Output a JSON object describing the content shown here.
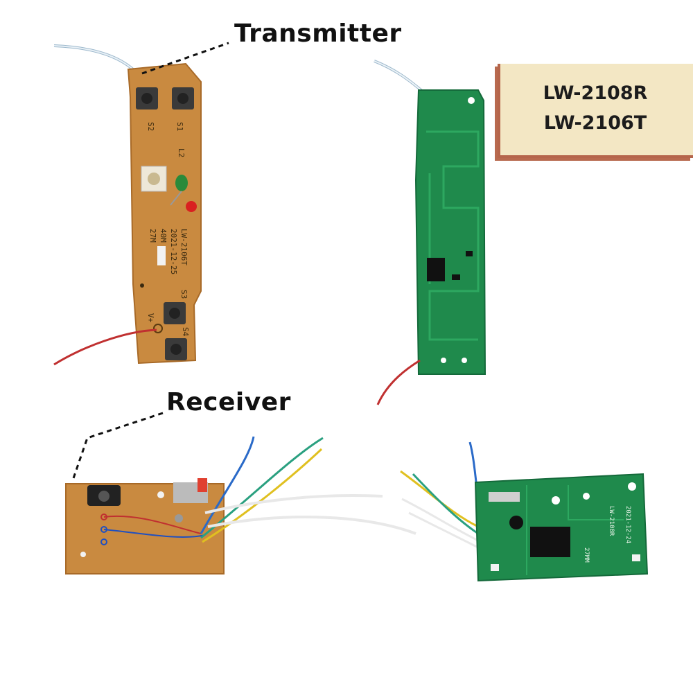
{
  "labels": {
    "transmitter": "Transmitter",
    "receiver": "Receiver"
  },
  "models": {
    "receiver_model": "LW-2108R",
    "transmitter_model": "LW-2106T"
  },
  "transmitter_board_text": {
    "s1": "S1",
    "s2": "S2",
    "s3": "S3",
    "s4": "S4",
    "vplus": "V+",
    "l2": "L2",
    "model": "LW-2106T",
    "date": "2021-12-25",
    "freq1": "40M",
    "freq2": "27M"
  },
  "receiver_board_text": {
    "model": "LW-2108R",
    "date": "2021-12-24",
    "freq": "27MM"
  },
  "colors": {
    "accent_box_bg": "#f3e7c4",
    "accent_box_border": "#b5654b",
    "pcb_brown": "#c88a3e",
    "pcb_green": "#1f8a4c"
  }
}
